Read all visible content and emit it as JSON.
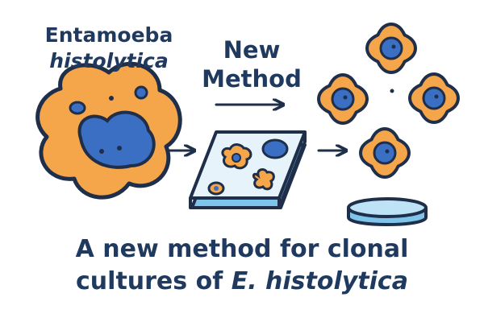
{
  "organism": {
    "genus": "Entamoeba",
    "species": "histolytica"
  },
  "method": {
    "line1": "New",
    "line2": "Method"
  },
  "caption": {
    "line1": "A new method for clonal",
    "line2_prefix": "cultures of ",
    "line2_italic": "E. histolytica"
  },
  "colors": {
    "text": "#1f3a5e",
    "outline": "#1f2f4a",
    "cell_fill": "#f5a54a",
    "nucleus_fill": "#3a6fc4",
    "plate_fill": "#e6f3fb",
    "plate_edge": "#7fc4ea",
    "dish_fill": "#bfe3f6"
  },
  "icons": [
    "amoeba-cell",
    "arrow",
    "culture-plate",
    "clonal-cell",
    "petri-dish"
  ]
}
